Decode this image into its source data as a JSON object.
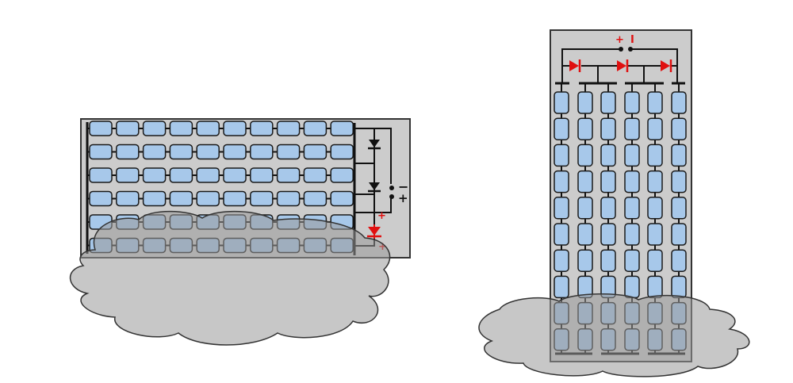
{
  "colors": {
    "background": "#ffffff",
    "panel_fill": "#cccccc",
    "cell_fill": "#a7c8ea",
    "cell_stroke": "#1a1a1a",
    "wire": "#111111",
    "diode_active": "#e01010",
    "diode_bypass": "#111111",
    "shadow_fill": "#999999",
    "shadow_stroke": "#333333"
  },
  "panels": [
    {
      "orientation": "landscape",
      "cell_rows": 6,
      "cells_per_row": 10,
      "bypass_diodes": [
        {
          "state": "bypass",
          "color_key": "diode_bypass"
        },
        {
          "state": "bypass",
          "color_key": "diode_bypass"
        },
        {
          "state": "active",
          "color_key": "diode_active"
        }
      ],
      "terminals": [
        {
          "text": "−",
          "color_key": "wire"
        },
        {
          "text": "+",
          "color_key": "wire"
        },
        {
          "text": "+",
          "color_key": "diode_active"
        },
        {
          "text": "+",
          "color_key": "diode_active"
        }
      ]
    },
    {
      "orientation": "portrait",
      "cell_columns": 6,
      "cells_per_column": 10,
      "bypass_diodes": [
        {
          "state": "active",
          "color_key": "diode_active"
        },
        {
          "state": "active",
          "color_key": "diode_active"
        },
        {
          "state": "active",
          "color_key": "diode_active"
        }
      ],
      "terminals": [
        {
          "text": "+",
          "color_key": "diode_active"
        },
        {
          "text": "I",
          "color_key": "diode_active"
        }
      ]
    }
  ]
}
